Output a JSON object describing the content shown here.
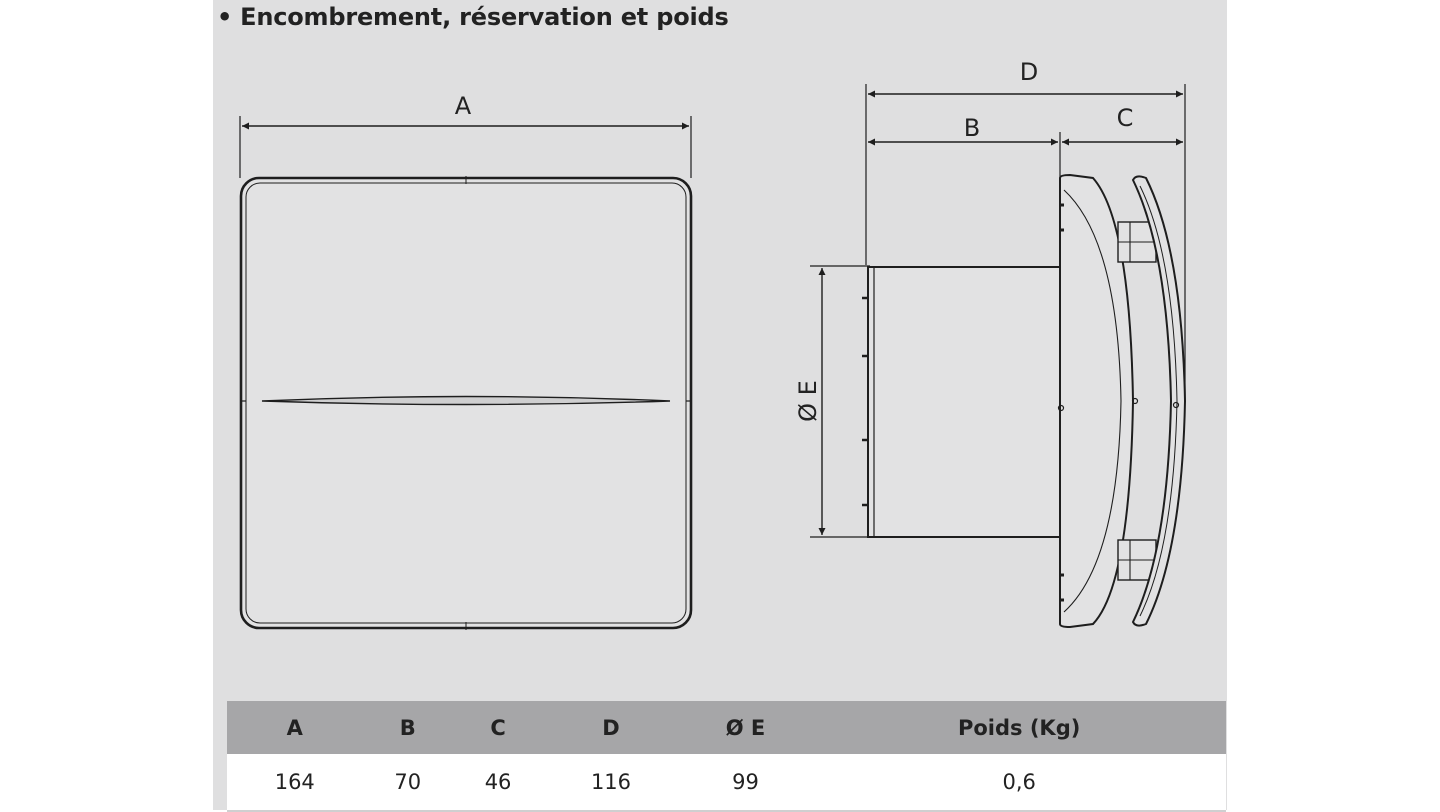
{
  "heading": "Encombrement, réservation et poids",
  "dimension_labels": {
    "a": "A",
    "b": "B",
    "c": "C",
    "d": "D",
    "e": "Ø E"
  },
  "table": {
    "headers": [
      "A",
      "B",
      "C",
      "D",
      "Ø E",
      "Poids (Kg)"
    ],
    "values": [
      "164",
      "70",
      "46",
      "116",
      "99",
      "0,6"
    ]
  },
  "colors": {
    "panel": "#dfdfe0",
    "line": "#1e1e1e",
    "header_row": "#a6a6a8"
  }
}
